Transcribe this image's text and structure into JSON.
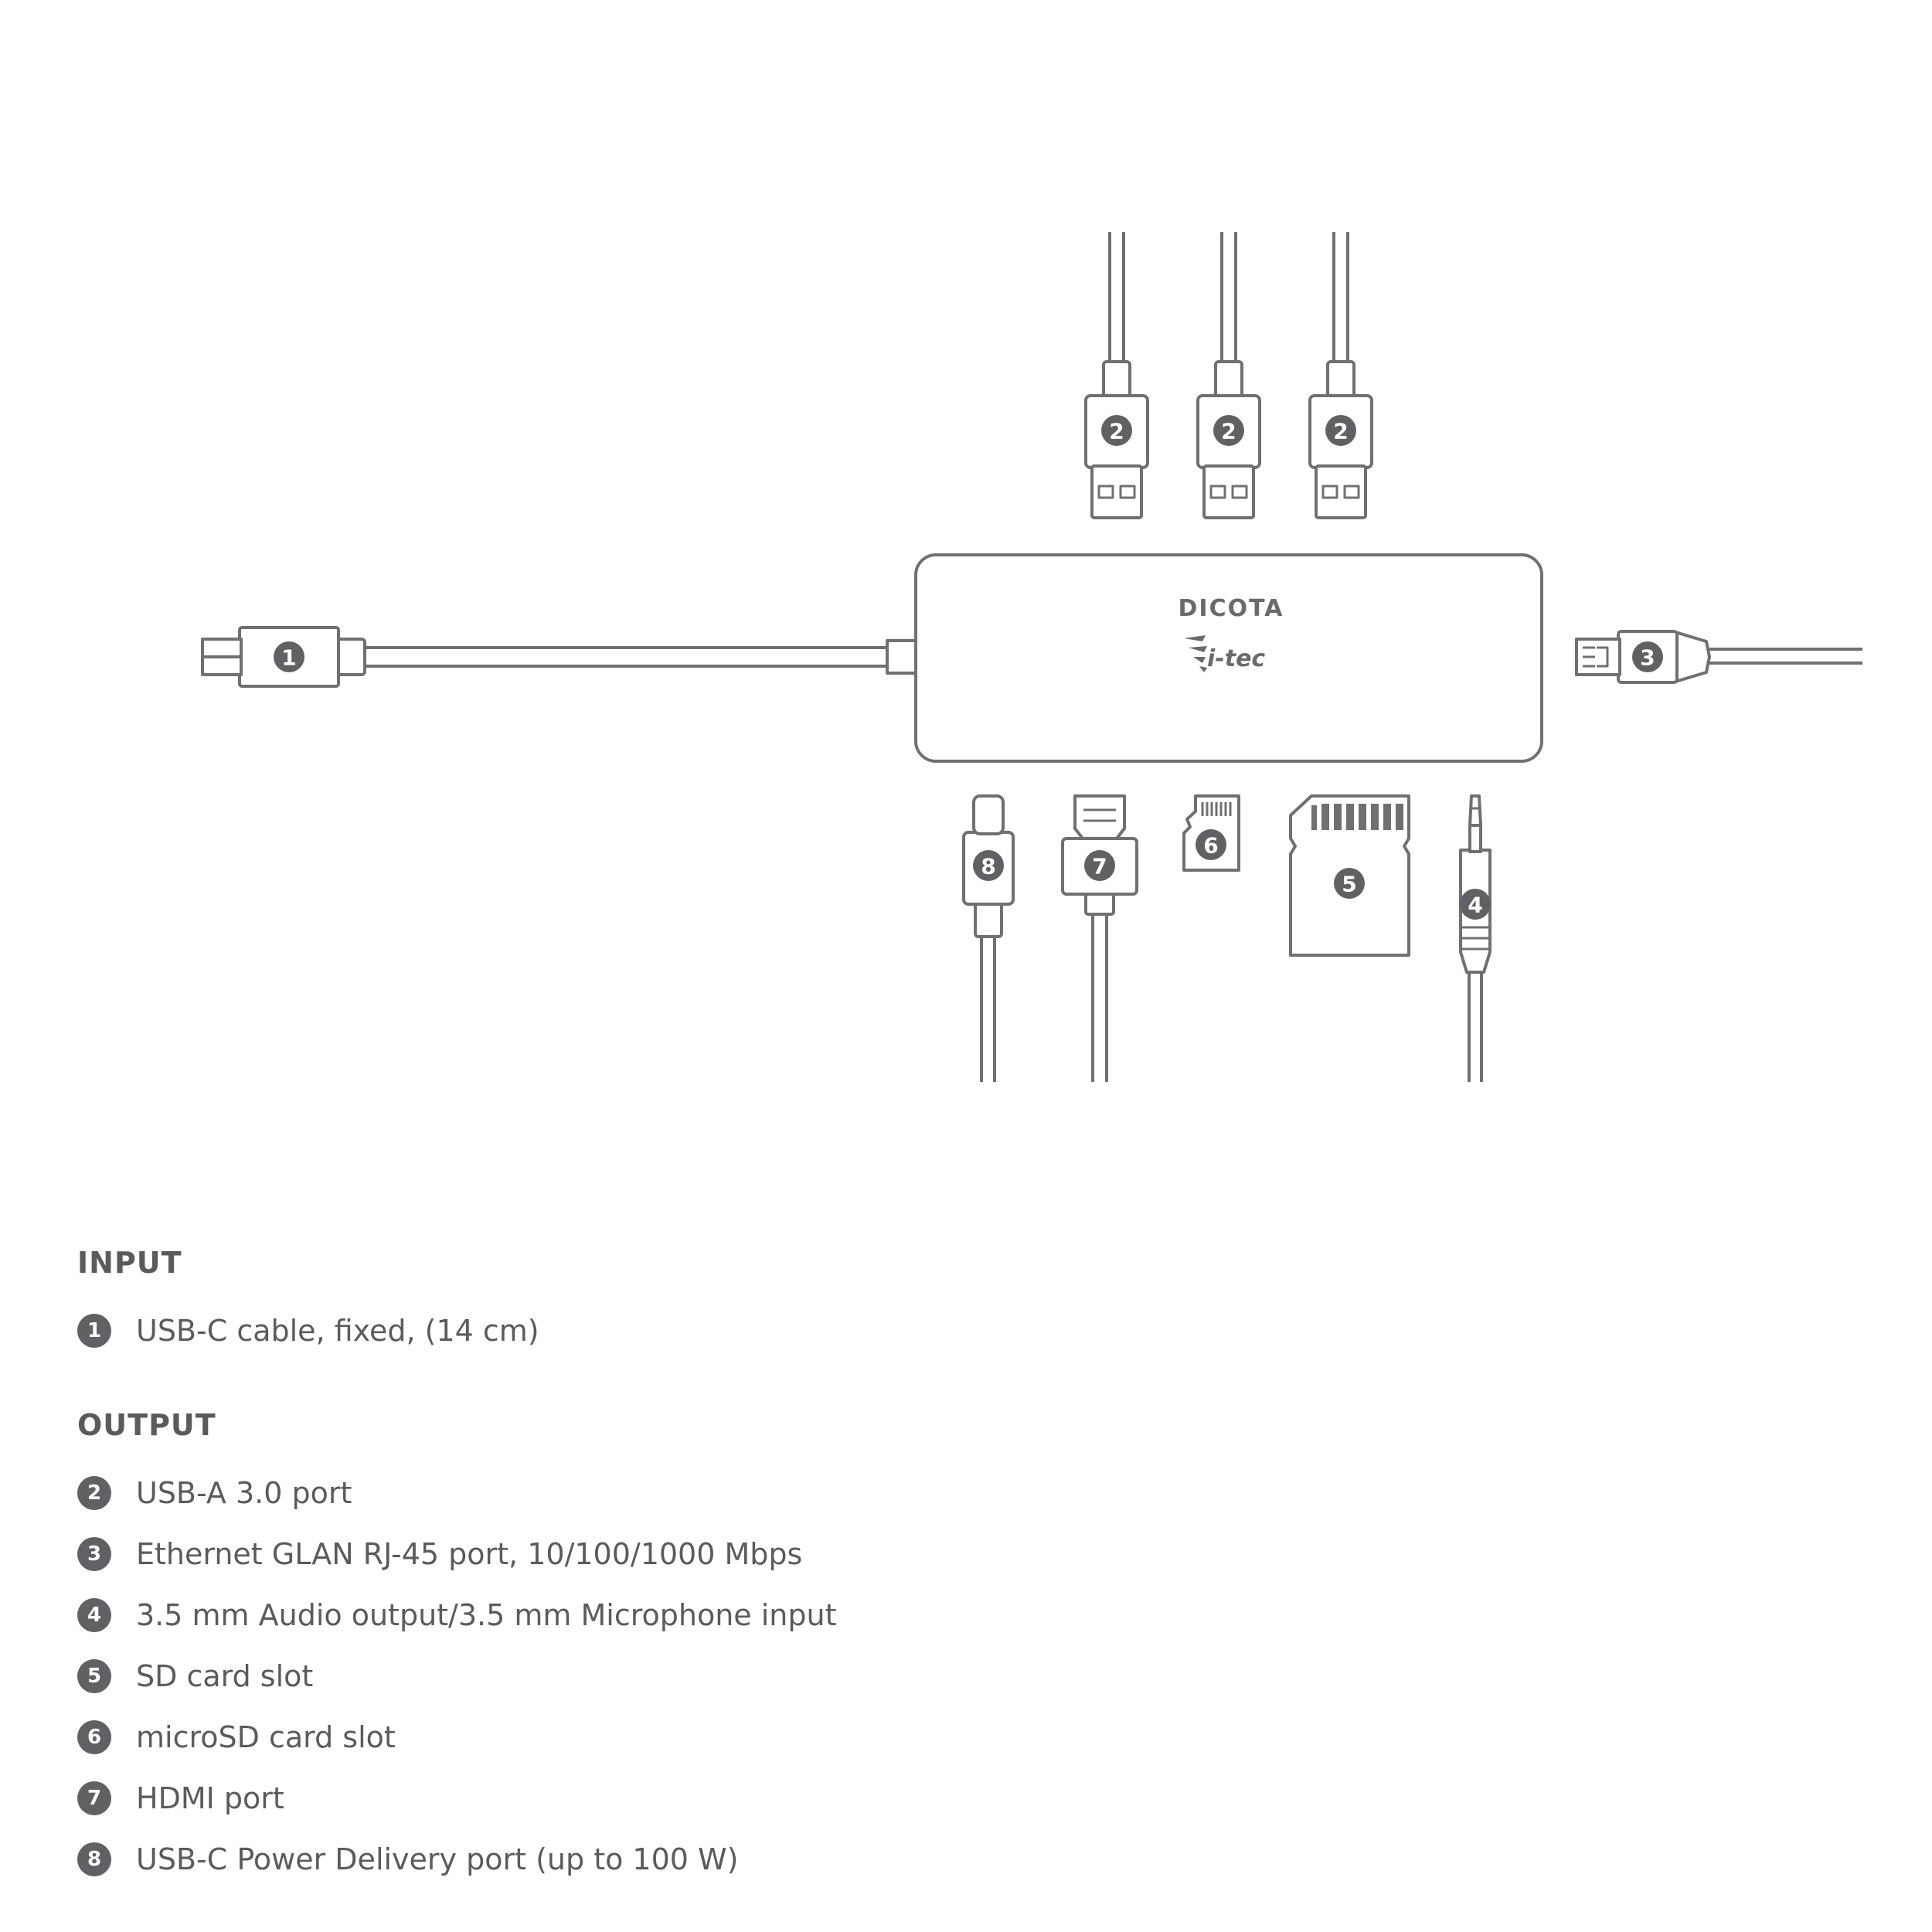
{
  "diagram": {
    "brand_primary": "DICOTA",
    "brand_secondary": "i-tec",
    "badges": {
      "input_cable": "1",
      "usb_a_1": "2",
      "usb_a_2": "2",
      "usb_a_3": "2",
      "ethernet": "3",
      "audio": "4",
      "sd_card": "5",
      "microsd_card": "6",
      "hdmi": "7",
      "usb_c_pd": "8"
    }
  },
  "legend": {
    "input": {
      "title": "INPUT",
      "items": [
        {
          "number": "1",
          "label": "USB-C cable, fixed, (14 cm)"
        }
      ]
    },
    "output": {
      "title": "OUTPUT",
      "items": [
        {
          "number": "2",
          "label": "USB-A 3.0 port"
        },
        {
          "number": "3",
          "label": "Ethernet GLAN RJ-45 port, 10/100/1000 Mbps"
        },
        {
          "number": "4",
          "label": "3.5 mm Audio output/3.5 mm Microphone input"
        },
        {
          "number": "5",
          "label": "SD card slot"
        },
        {
          "number": "6",
          "label": "microSD card slot"
        },
        {
          "number": "7",
          "label": "HDMI port"
        },
        {
          "number": "8",
          "label": "USB-C Power Delivery port (up to 100 W)"
        }
      ]
    }
  },
  "colors": {
    "line": "#707073",
    "badge": "#616165",
    "text": "#5b5b5e",
    "background": "#ffffff"
  }
}
